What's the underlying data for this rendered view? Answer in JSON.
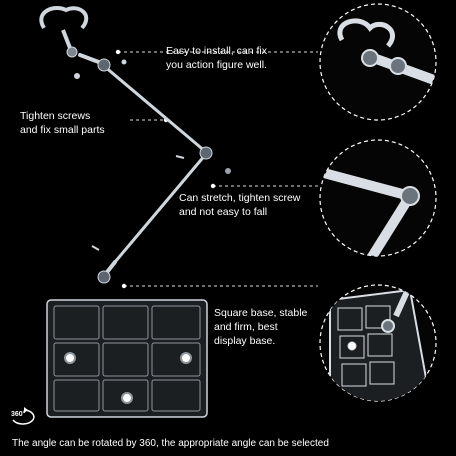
{
  "captions": {
    "install": "Easy to install, can fix\nyou action figure well.",
    "tighten": "Tighten screws\nand fix small parts",
    "stretch": "Can stretch, tighten screw\nand not easy to fall",
    "base": "Square base, stable\nand firm, best\ndisplay base."
  },
  "footer": "The angle can be rotated by 360, the appropriate angle can be selected",
  "rotation_badge": "360°",
  "icons": [
    "rotation-icon",
    "clamp-detail-icon",
    "joint-detail-icon",
    "base-detail-icon"
  ],
  "colors": {
    "background": "#000000",
    "text": "#ffffff",
    "plastic": "#cfd6dc"
  }
}
